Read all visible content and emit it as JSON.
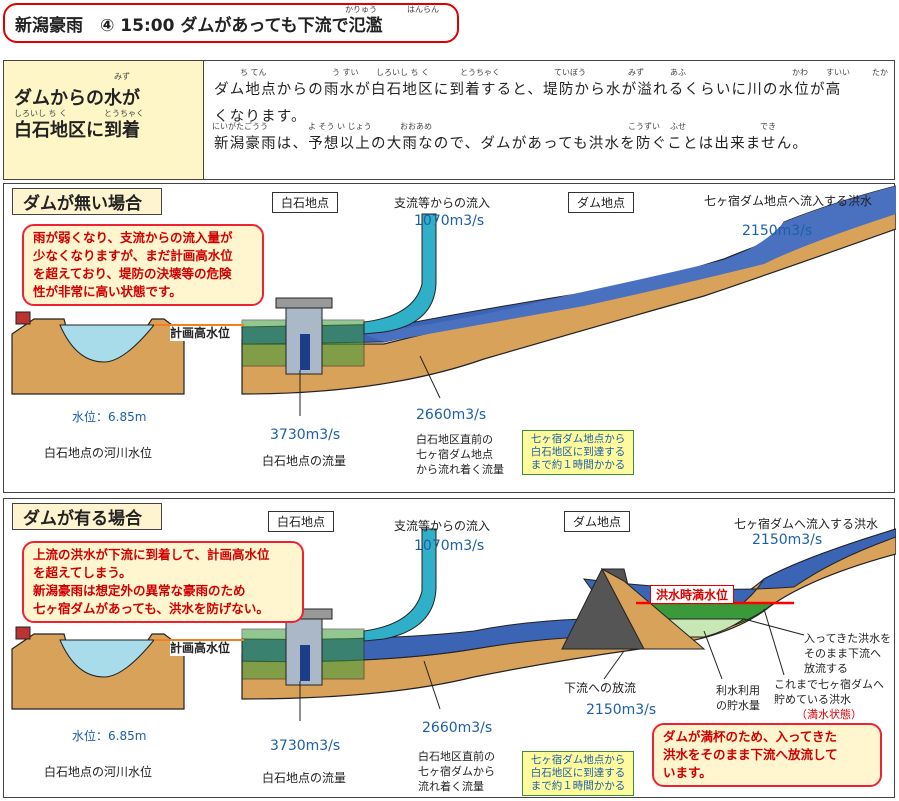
{
  "title": {
    "text": "新潟豪雨　④ 15:00 ダムがあっても下流で氾濫",
    "ruby1": "かりゅう",
    "ruby2": "はんらん"
  },
  "intro": {
    "left_line1": "ダムからの水が",
    "left_line2": "白石地区に到着",
    "left_ruby_mizu": "みず",
    "left_ruby_shiroishi": "しろいし ち く",
    "left_ruby_touchaku": "とうちゃく",
    "right_line1": "ダム地点からの雨水が白石地区に到着すると、堤防から水が溢れるくらいに川の水位が高",
    "right_line2": "くなります。",
    "right_line3": "新潟豪雨は、予想以上の大雨なので、ダムがあっても洪水を防ぐことは出来ません。",
    "ruby_row1": [
      "ち てん",
      "う すい",
      "しろいし ち く",
      "とうちゃく",
      "ていぼう",
      "みず",
      "あふ",
      "かわ",
      "すいい",
      "たか"
    ],
    "ruby_row2": [
      "にいがたごうう",
      "よ そう い じょう",
      "おおあめ",
      "こうずい",
      "ふせ",
      "でき"
    ]
  },
  "panel1": {
    "header": "ダムが無い場合",
    "tag_shiroishi": "白石地点",
    "tag_dam": "ダム地点",
    "note": [
      "雨が弱くなり、支流からの流入量が",
      "少なくなりますが、まだ計画高水位",
      "を超えており、堤防の決壊等の危険",
      "性が非常に高い状態です。"
    ],
    "inflow_label": "支流等からの流入",
    "inflow_value": "1070m3/s",
    "dam_inflow_label": "七ヶ宿ダム地点へ流入する洪水",
    "dam_inflow_value": "2150m3/s",
    "planned_level": "計画高水位",
    "water_level": "水位：6.85m",
    "river_level_label": "白石地点の河川水位",
    "flow_value": "3730m3/s",
    "flow_label": "白石地点の流量",
    "downstream_value": "2660m3/s",
    "downstream_label": [
      "白石地区直前の",
      "七ヶ宿ダム地点",
      "から流れ着く流量"
    ],
    "arrival_note": [
      "七ヶ宿ダム地点から",
      "白石地区に到達する",
      "まで約１時間かかる"
    ]
  },
  "panel2": {
    "header": "ダムが有る場合",
    "tag_shiroishi": "白石地点",
    "tag_dam": "ダム地点",
    "note": [
      "上流の洪水が下流に到着して、計画高水位",
      "を超えてしまう。",
      "新潟豪雨は想定外の異常な豪雨のため",
      "七ヶ宿ダムがあっても、洪水を防げない。"
    ],
    "inflow_label": "支流等からの流入",
    "inflow_value": "1070m3/s",
    "dam_inflow_label": "七ヶ宿ダムへ流入する洪水",
    "dam_inflow_value": "2150m3/s",
    "flood_full_level": "洪水時満水位",
    "passthrough": [
      "入ってきた洪水を",
      "そのまま下流へ",
      "放流する"
    ],
    "stored": [
      "これまで七ヶ宿ダムへ",
      "貯めている洪水"
    ],
    "stored_state": "（満水状態）",
    "utility": [
      "利水利用",
      "の貯水量"
    ],
    "release_label": "下流への放流",
    "release_value": "2150m3/s",
    "planned_level": "計画高水位",
    "water_level": "水位：6.85m",
    "river_level_label": "白石地点の河川水位",
    "flow_value": "3730m3/s",
    "flow_label": "白石地点の流量",
    "downstream_value": "2660m3/s",
    "downstream_label": [
      "白石地区直前の",
      "七ヶ宿ダムから",
      "流れ着く流量"
    ],
    "arrival_note": [
      "七ヶ宿ダム地点から",
      "白石地区に到達する",
      "まで約１時間かかる"
    ],
    "full_note": [
      "ダムが満杯のため、入ってきた",
      "洪水をそのまま下流へ放流して",
      "います。"
    ]
  },
  "colors": {
    "title_border": "#dd0000",
    "river_blue": "#3c64b4",
    "earth": "#d9a25a",
    "green": "#3a9a3a",
    "tributary": "#2fb0c8",
    "red_line": "#ff0000"
  }
}
